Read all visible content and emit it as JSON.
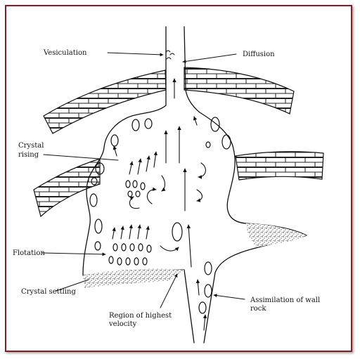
{
  "figure": {
    "frame_color": "#8a1b24",
    "ink_color": "#111111",
    "labels": {
      "vesiculation": "Vesiculation",
      "diffusion": "Diffusion",
      "crystal_rising_1": "Crystal",
      "crystal_rising_2": "rising",
      "flotation": "Flotation",
      "crystal_settling": "Crystal settling",
      "highest_velocity_1": "Region of highest",
      "highest_velocity_2": "velocity",
      "assimilation_1": "Assimilation of wall",
      "assimilation_2": "rock"
    }
  }
}
